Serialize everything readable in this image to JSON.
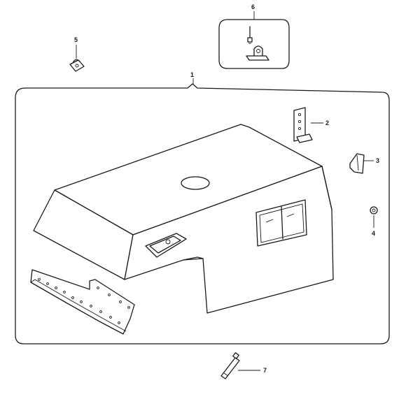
{
  "diagram": {
    "callouts": {
      "c1": "1",
      "c2": "2",
      "c3": "3",
      "c4": "4",
      "c5": "5",
      "c6": "6",
      "c7": "7"
    },
    "line_color": "#1a1a1a",
    "background": "#ffffff"
  }
}
